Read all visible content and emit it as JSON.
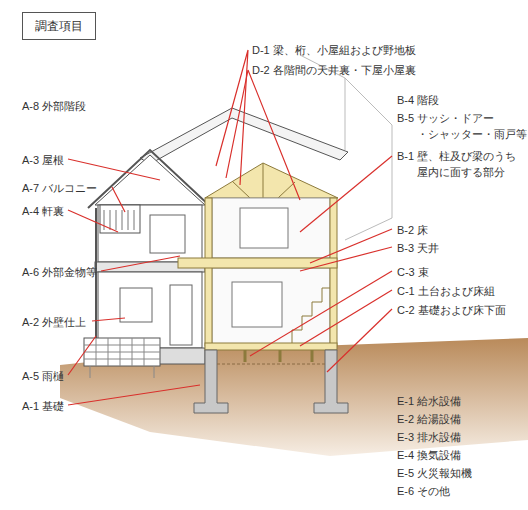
{
  "diagram": {
    "title": "調査項目",
    "labels": [
      "D-1 梁、桁、小屋組および野地板",
      "D-2 各階間の天井裏・下屋小屋裏",
      "A-8 外部階段",
      "B-4 階段",
      "B-5 サッシ・ドアー ・シャッター・雨戸等",
      "A-3 屋根",
      "B-1 壁、柱及び梁のうち 屋内に面する部分",
      "A-7 バルコニー",
      "A-4 軒裏",
      "B-2 床",
      "B-3 天井",
      "A-6 外部金物等",
      "C-3 束",
      "C-1 土台および床組",
      "C-2 基礎および床下面",
      "A-2 外壁仕上",
      "A-5 雨樋",
      "A-1 基礎",
      "E-1 給水設備",
      "E-2 給湯設備",
      "E-3 排水設備",
      "E-4 換気設備",
      "E-5 火災報知機",
      "E-6 その他"
    ]
  }
}
